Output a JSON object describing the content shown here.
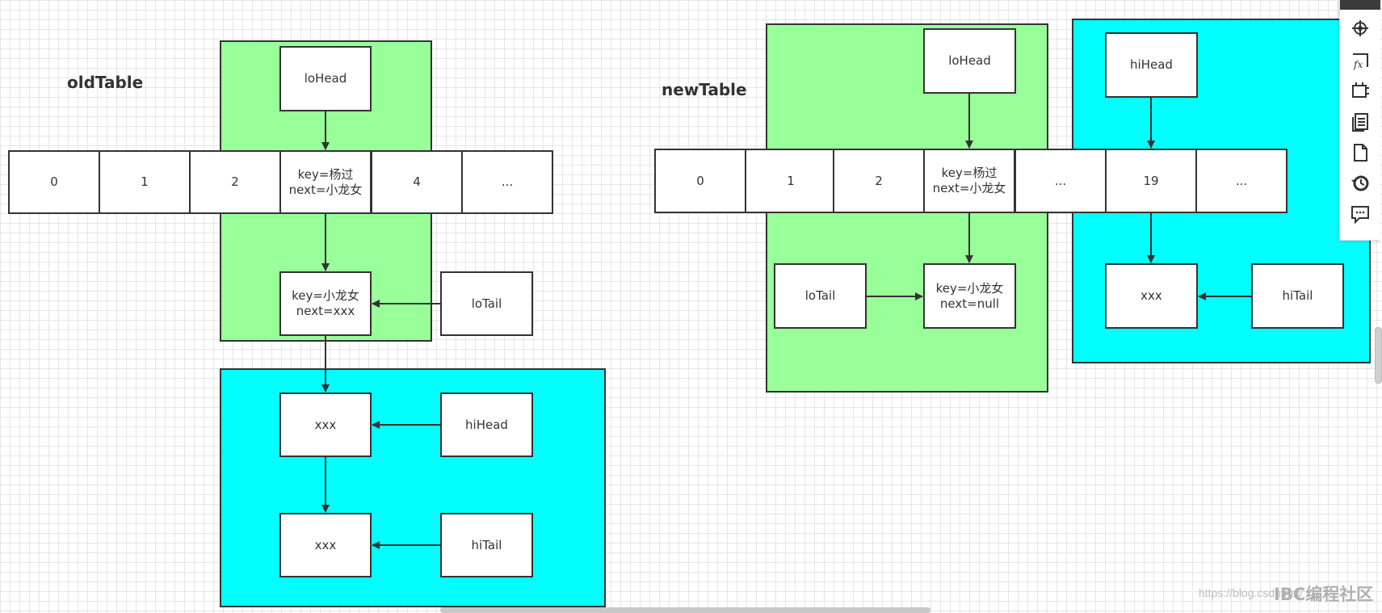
{
  "old_table": {
    "title": "oldTable",
    "cells": [
      "0",
      "1",
      "2",
      "key=杨过\nnext=小龙女",
      "4",
      "..."
    ],
    "lo_head": "loHead",
    "node_xiaolongnv": "key=小龙女\nnext=xxx",
    "lo_tail": "loTail",
    "hi_xxx_1": "xxx",
    "hi_head": "hiHead",
    "hi_xxx_2": "xxx",
    "hi_tail": "hiTail"
  },
  "new_table": {
    "title": "newTable",
    "cells": [
      "0",
      "1",
      "2",
      "key=杨过\nnext=小龙女",
      "...",
      "19",
      "..."
    ],
    "lo_head": "loHead",
    "hi_head": "hiHead",
    "lo_tail": "loTail",
    "node_xiaolongnv": "key=小龙女\nnext=null",
    "hi_xxx": "xxx",
    "hi_tail": "hiTail"
  },
  "colors": {
    "lo_region": "#99ff99",
    "hi_region": "#00ffff",
    "stroke": "#333333"
  },
  "toolbar": {
    "icons": [
      "navigate-icon",
      "formula-icon",
      "crop-icon",
      "pages-icon",
      "document-icon",
      "history-icon",
      "comment-icon"
    ]
  },
  "watermark": "https://blog.csdn.net/",
  "brand": "IBC编程社区"
}
